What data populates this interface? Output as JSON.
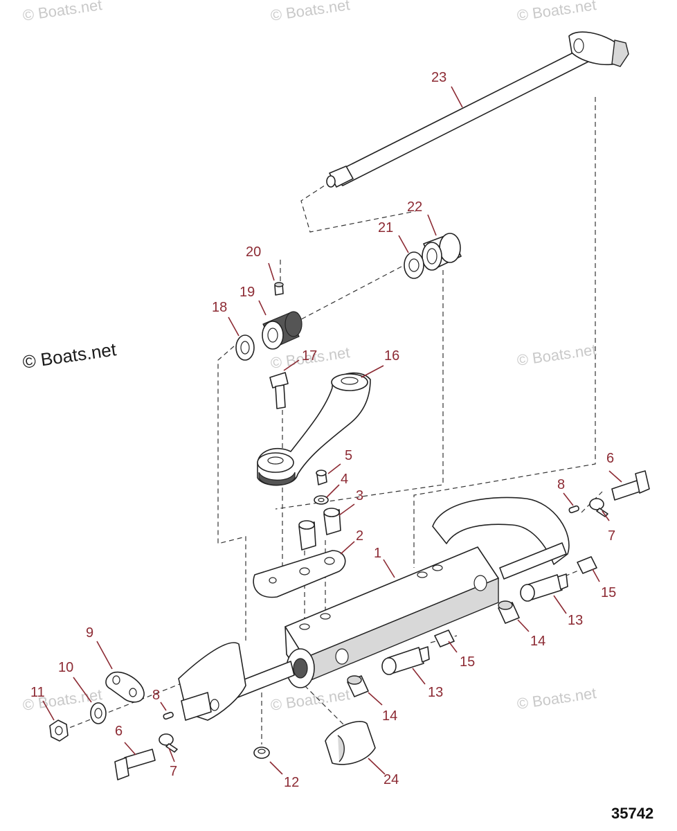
{
  "watermark": {
    "text": "© Boats.net"
  },
  "diagram_code": "35742",
  "callouts": [
    {
      "id": "c1",
      "label": "1"
    },
    {
      "id": "c2",
      "label": "2"
    },
    {
      "id": "c3",
      "label": "3"
    },
    {
      "id": "c4",
      "label": "4"
    },
    {
      "id": "c5",
      "label": "5"
    },
    {
      "id": "c6a",
      "label": "6"
    },
    {
      "id": "c6b",
      "label": "6"
    },
    {
      "id": "c7a",
      "label": "7"
    },
    {
      "id": "c7b",
      "label": "7"
    },
    {
      "id": "c8a",
      "label": "8"
    },
    {
      "id": "c8b",
      "label": "8"
    },
    {
      "id": "c9",
      "label": "9"
    },
    {
      "id": "c10",
      "label": "10"
    },
    {
      "id": "c11",
      "label": "11"
    },
    {
      "id": "c12",
      "label": "12"
    },
    {
      "id": "c13a",
      "label": "13"
    },
    {
      "id": "c13b",
      "label": "13"
    },
    {
      "id": "c14a",
      "label": "14"
    },
    {
      "id": "c14b",
      "label": "14"
    },
    {
      "id": "c15a",
      "label": "15"
    },
    {
      "id": "c15b",
      "label": "15"
    },
    {
      "id": "c16",
      "label": "16"
    },
    {
      "id": "c17",
      "label": "17"
    },
    {
      "id": "c18",
      "label": "18"
    },
    {
      "id": "c19",
      "label": "19"
    },
    {
      "id": "c20",
      "label": "20"
    },
    {
      "id": "c21",
      "label": "21"
    },
    {
      "id": "c22",
      "label": "22"
    },
    {
      "id": "c23",
      "label": "23"
    },
    {
      "id": "c24",
      "label": "24"
    }
  ]
}
